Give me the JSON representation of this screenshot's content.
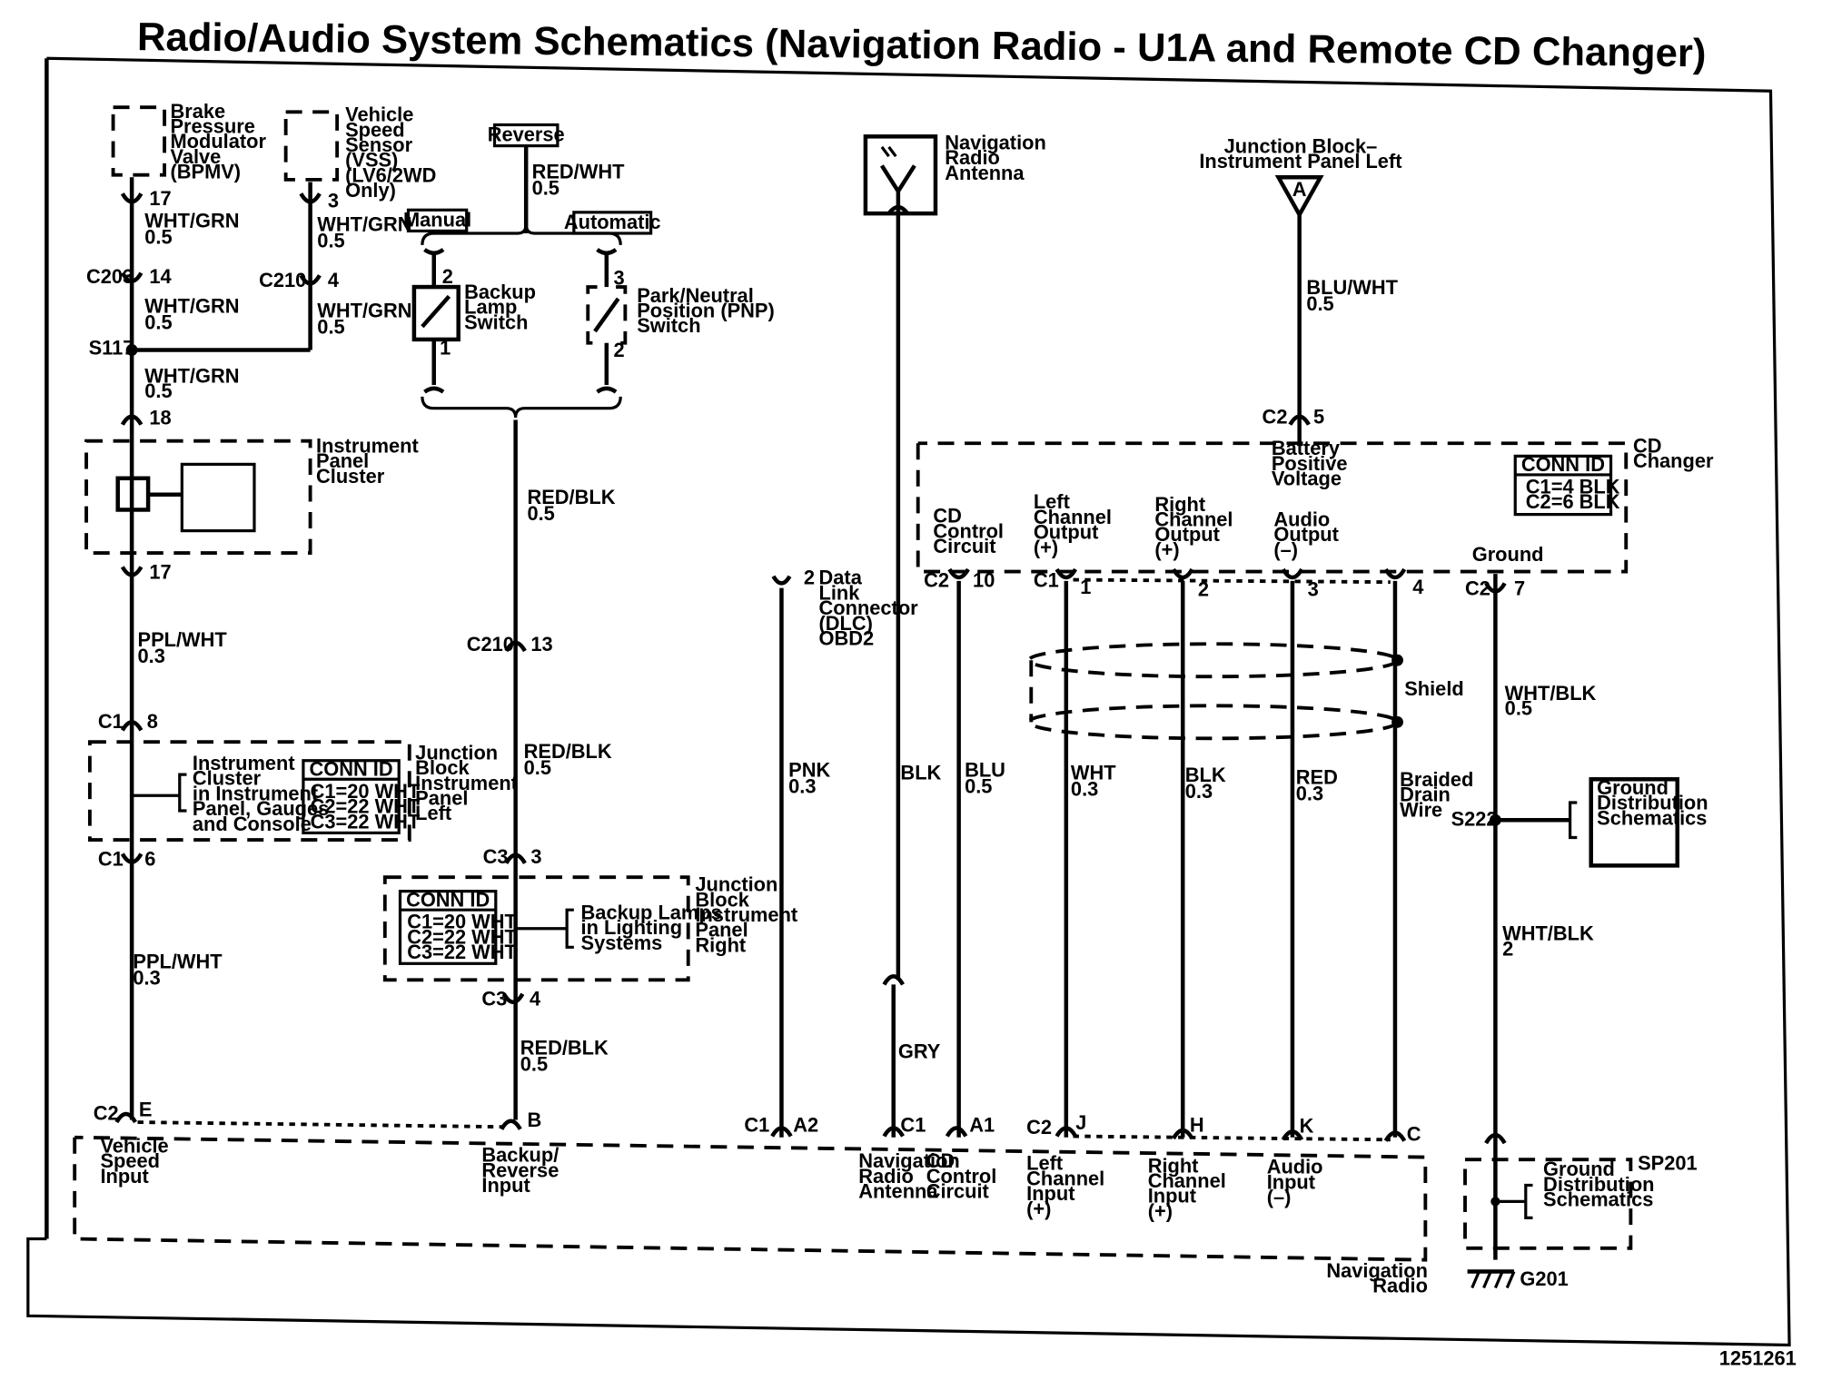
{
  "title": "Radio/Audio System Schematics (Navigation Radio - U1A and Remote CD Changer)",
  "figure_number": "1251261",
  "components": {
    "bpmv": [
      "Brake",
      "Pressure",
      "Modulator",
      "Valve",
      "(BPMV)"
    ],
    "vss": [
      "Vehicle",
      "Speed",
      "Sensor",
      "(VSS)",
      "(LV6/2WD",
      "Only)"
    ],
    "reverse": "Reverse",
    "manual": "Manual",
    "automatic": "Automatic",
    "backup_lamp_switch": [
      "Backup",
      "Lamp",
      "Switch"
    ],
    "pnp_switch": [
      "Park/Neutral",
      "Position (PNP)",
      "Switch"
    ],
    "nav_antenna": [
      "Navigation",
      "Radio",
      "Antenna"
    ],
    "jb_ip_left_top": [
      "Junction Block–",
      "Instrument Panel Left"
    ],
    "jb_letter": "A",
    "ipc": [
      "Instrument",
      "Panel",
      "Cluster"
    ],
    "cluster_feed": [
      "Instrument",
      "Cluster",
      "in Instrument",
      "Panel, Gauges",
      "and Console"
    ],
    "jb_ipl": [
      "Junction",
      "Block",
      "Instrument",
      "Panel",
      "Left"
    ],
    "jb_ipr": [
      "Junction",
      "Block",
      "Instrument",
      "Panel",
      "Right"
    ],
    "backup_lamps": [
      "Backup Lamps",
      "in Lighting",
      "Systems"
    ],
    "dlc": [
      "Data",
      "Link",
      "Connector",
      "(DLC)",
      "OBD2"
    ],
    "cd_changer": [
      "CD",
      "Changer"
    ],
    "battery_positive": [
      "Battery",
      "Positive",
      "Voltage"
    ],
    "cd_control": [
      "CD",
      "Control",
      "Circuit"
    ],
    "left_out": [
      "Left",
      "Channel",
      "Output",
      "(+)"
    ],
    "right_out": [
      "Right",
      "Channel",
      "Output",
      "(+)"
    ],
    "audio_out": [
      "Audio",
      "Output",
      "(–)"
    ],
    "ground": "Ground",
    "shield": "Shield",
    "braided": [
      "Braided",
      "Drain",
      "Wire"
    ],
    "gds_right": [
      "Ground",
      "Distribution",
      "Schematics"
    ],
    "gds_bottom": [
      "Ground",
      "Distribution",
      "Schematics"
    ],
    "nav_radio": [
      "Navigation",
      "Radio"
    ],
    "vehicle_speed_input": [
      "Vehicle",
      "Speed",
      "Input"
    ],
    "backup_input": [
      "Backup/",
      "Reverse",
      "Input"
    ],
    "nav_ant_input": [
      "Navigation",
      "Radio",
      "Antenna"
    ],
    "cd_ctrl_input": [
      "CD",
      "Control",
      "Circuit"
    ],
    "left_in": [
      "Left",
      "Channel",
      "Input",
      "(+)"
    ],
    "right_in": [
      "Right",
      "Channel",
      "Input",
      "(+)"
    ],
    "audio_in": [
      "Audio",
      "Input",
      "(–)"
    ]
  },
  "conn_id_1": {
    "title": "CONN ID",
    "rows": [
      "C1=20 WHT",
      "C2=22 WHT",
      "C3=22 WHT"
    ]
  },
  "conn_id_2": {
    "title": "CONN ID",
    "rows": [
      "C1=20 WHT",
      "C2=22 WHT",
      "C3=22 WHT"
    ]
  },
  "conn_id_cd": {
    "title": "CONN ID",
    "rows": [
      "C1=4 BLK",
      "C2=6 BLK"
    ]
  },
  "wires": {
    "w1": [
      "WHT/GRN",
      "0.5"
    ],
    "w2": [
      "WHT/GRN",
      "0.5"
    ],
    "w3": [
      "WHT/GRN",
      "0.5"
    ],
    "w4": [
      "WHT/GRN",
      "0.5"
    ],
    "w5": [
      "WHT/GRN",
      "0.5"
    ],
    "w6": [
      "PPL/WHT",
      "0.3"
    ],
    "w7": [
      "PPL/WHT",
      "0.3"
    ],
    "w8": [
      "RED/WHT",
      "0.5"
    ],
    "w9": [
      "RED/BLK",
      "0.5"
    ],
    "w10": [
      "RED/BLK",
      "0.5"
    ],
    "w11": [
      "RED/BLK",
      "0.5"
    ],
    "w12": [
      "PNK",
      "0.3"
    ],
    "w13": [
      "BLK"
    ],
    "w14": [
      "GRY"
    ],
    "w15": [
      "BLU",
      "0.5"
    ],
    "w16": [
      "WHT",
      "0.3"
    ],
    "w17": [
      "BLK",
      "0.3"
    ],
    "w18": [
      "RED",
      "0.3"
    ],
    "w19": [
      "BLU/WHT",
      "0.5"
    ],
    "w20": [
      "WHT/BLK",
      "0.5"
    ],
    "w21": [
      "WHT/BLK",
      "2"
    ]
  },
  "pins": {
    "p17a": "17",
    "p3a": "3",
    "c203": "C203",
    "p14": "14",
    "c210a": "C210",
    "p4a": "4",
    "s117": "S117",
    "p18": "18",
    "p17b": "17",
    "c1a": "C1",
    "p8": "8",
    "c1b": "C1",
    "p6": "6",
    "c2e": "C2",
    "pe": "E",
    "p2": "2",
    "p1": "1",
    "p3b": "3",
    "p2b": "2",
    "c210b": "C210",
    "p13": "13",
    "c3a": "C3",
    "p3c": "3",
    "c3b": "C3",
    "p4b": "4",
    "pb": "B",
    "p2dlc": "2",
    "c1dlc": "C1",
    "pa2": "A2",
    "pc1": "C1",
    "pa1": "A1",
    "c2top": "C2",
    "p5": "5",
    "c2cd": "C2",
    "p10": "10",
    "c1cd": "C1",
    "pp1": "1",
    "pp2": "2",
    "pp3": "3",
    "pp4": "4",
    "c2g": "C2",
    "p7": "7",
    "c2nav": "C2",
    "pj": "J",
    "ph": "H",
    "pk": "K",
    "pc": "C",
    "s222": "S222",
    "sp201": "SP201",
    "g201": "G201"
  }
}
